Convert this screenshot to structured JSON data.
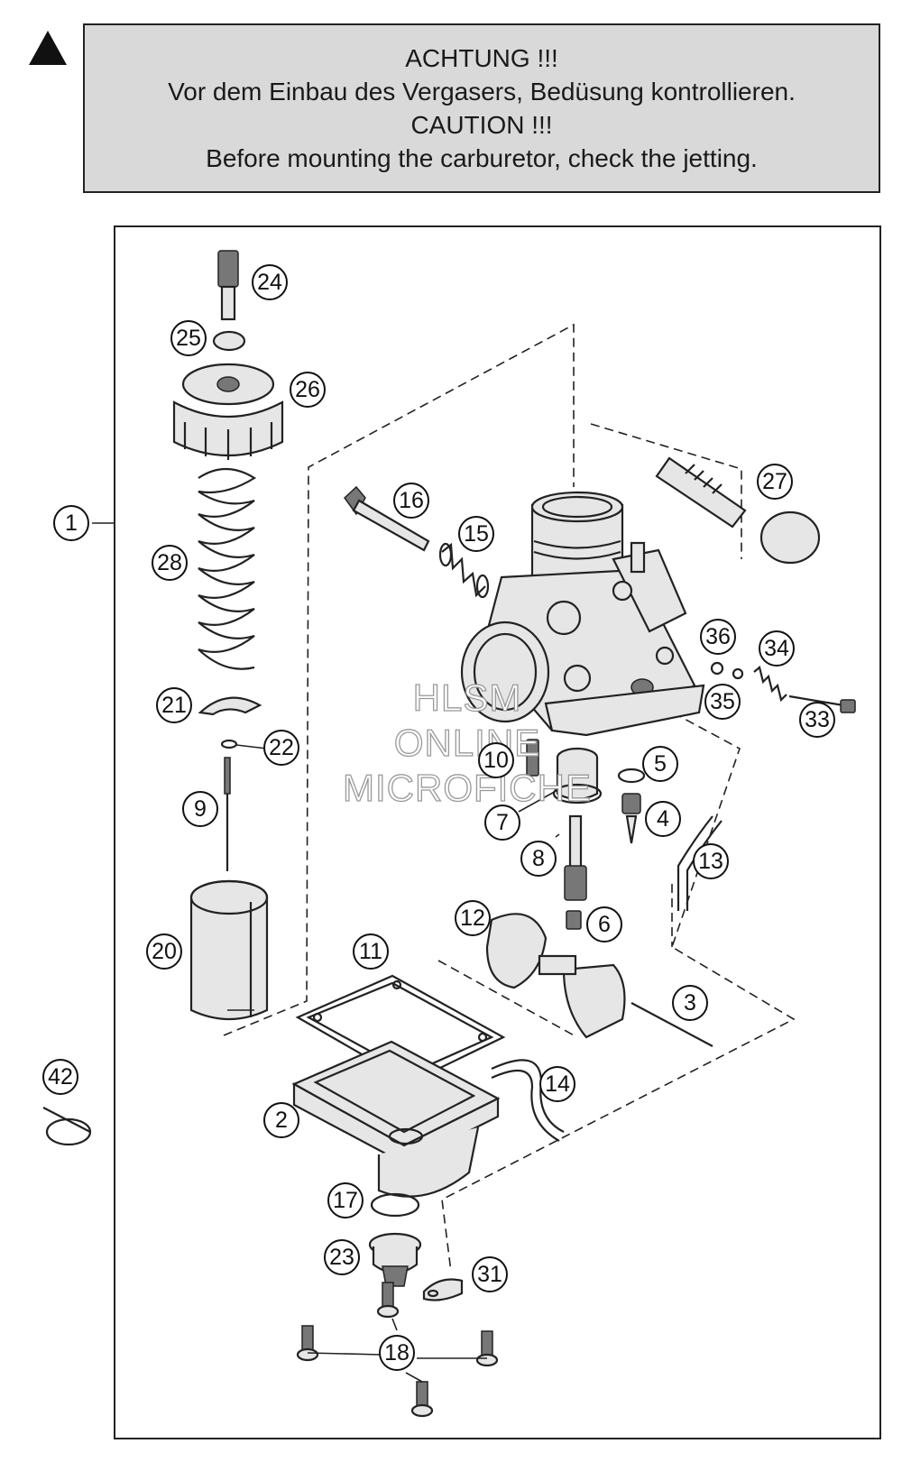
{
  "caution": {
    "line1": "ACHTUNG !!!",
    "line2": "Vor dem Einbau des Vergasers, Bedüsung kontrollieren.",
    "line3": "CAUTION !!!",
    "line4": "Before mounting the carburetor, check the jetting."
  },
  "watermark": {
    "line1": "HLSM",
    "line2": "ONLINE",
    "line3": "MICROFICHE"
  },
  "callouts": {
    "c1": "1",
    "c2": "2",
    "c3": "3",
    "c4": "4",
    "c5": "5",
    "c6": "6",
    "c7": "7",
    "c8": "8",
    "c9": "9",
    "c10": "10",
    "c11": "11",
    "c12": "12",
    "c13": "13",
    "c14": "14",
    "c15": "15",
    "c16": "16",
    "c17": "17",
    "c18": "18",
    "c20": "20",
    "c21": "21",
    "c22": "22",
    "c23": "23",
    "c24": "24",
    "c25": "25",
    "c26": "26",
    "c27": "27",
    "c28": "28",
    "c31": "31",
    "c33": "33",
    "c34": "34",
    "c35": "35",
    "c36": "36",
    "c42": "42"
  }
}
